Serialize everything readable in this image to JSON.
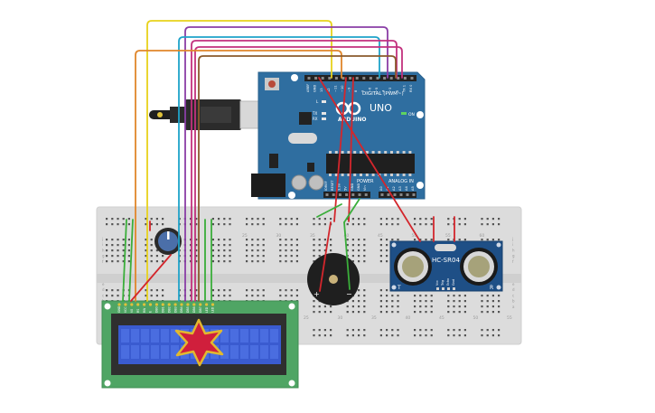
{
  "arduino": {
    "brand": "ARDUINO",
    "model": "UNO",
    "digital_label": "DIGITAL (PWM~)",
    "power_label": "POWER",
    "analog_label": "ANALOG IN",
    "on_label": "ON",
    "tx_label": "TX",
    "rx_label": "RX",
    "l_label": "L",
    "digital_pins": [
      "AREF",
      "GND",
      "13",
      "12",
      "~11",
      "~10",
      "~9",
      "8",
      "7",
      "~6",
      "~5",
      "4",
      "~3",
      "2",
      "TX 1",
      "RX 0"
    ],
    "power_pins": [
      "IOREF",
      "RESET",
      "3.3V",
      "5V",
      "GND",
      "GND",
      "Vin"
    ],
    "analog_pins": [
      "A0",
      "A1",
      "A2",
      "A3",
      "A4",
      "A5"
    ],
    "board_color": "#2f6ea0"
  },
  "breadboard": {
    "column_numbers": [
      "25",
      "30",
      "35",
      "40",
      "45",
      "50",
      "55",
      "60"
    ],
    "row_letters": [
      "j",
      "i",
      "h",
      "g",
      "f",
      "e",
      "d",
      "c",
      "b",
      "a"
    ]
  },
  "sensor": {
    "model": "HC-SR04",
    "left_mark": "T",
    "right_mark": "R",
    "pins": [
      "Vcc",
      "Trig",
      "Echo",
      "Gnd"
    ],
    "pcb_color": "#1e4f86"
  },
  "buzzer": {
    "plus": "+",
    "minus": "−"
  },
  "lcd": {
    "pins": [
      "GND",
      "VCC",
      "V0",
      "RS",
      "RW",
      "E",
      "DB0",
      "DB1",
      "DB2",
      "DB3",
      "DB4",
      "DB5",
      "DB6",
      "DB7",
      "LED",
      "LED"
    ],
    "pcb_color": "#4fa564",
    "screen_color": "#3a5bd0"
  },
  "wire_colors": {
    "yellow": "#e8d21b",
    "orange": "#e0862a",
    "cyan": "#1fa3c9",
    "purple": "#8a3ea6",
    "magenta": "#c2317e",
    "brown": "#8a5a2c",
    "red": "#d3262c",
    "green": "#3aae3a"
  }
}
